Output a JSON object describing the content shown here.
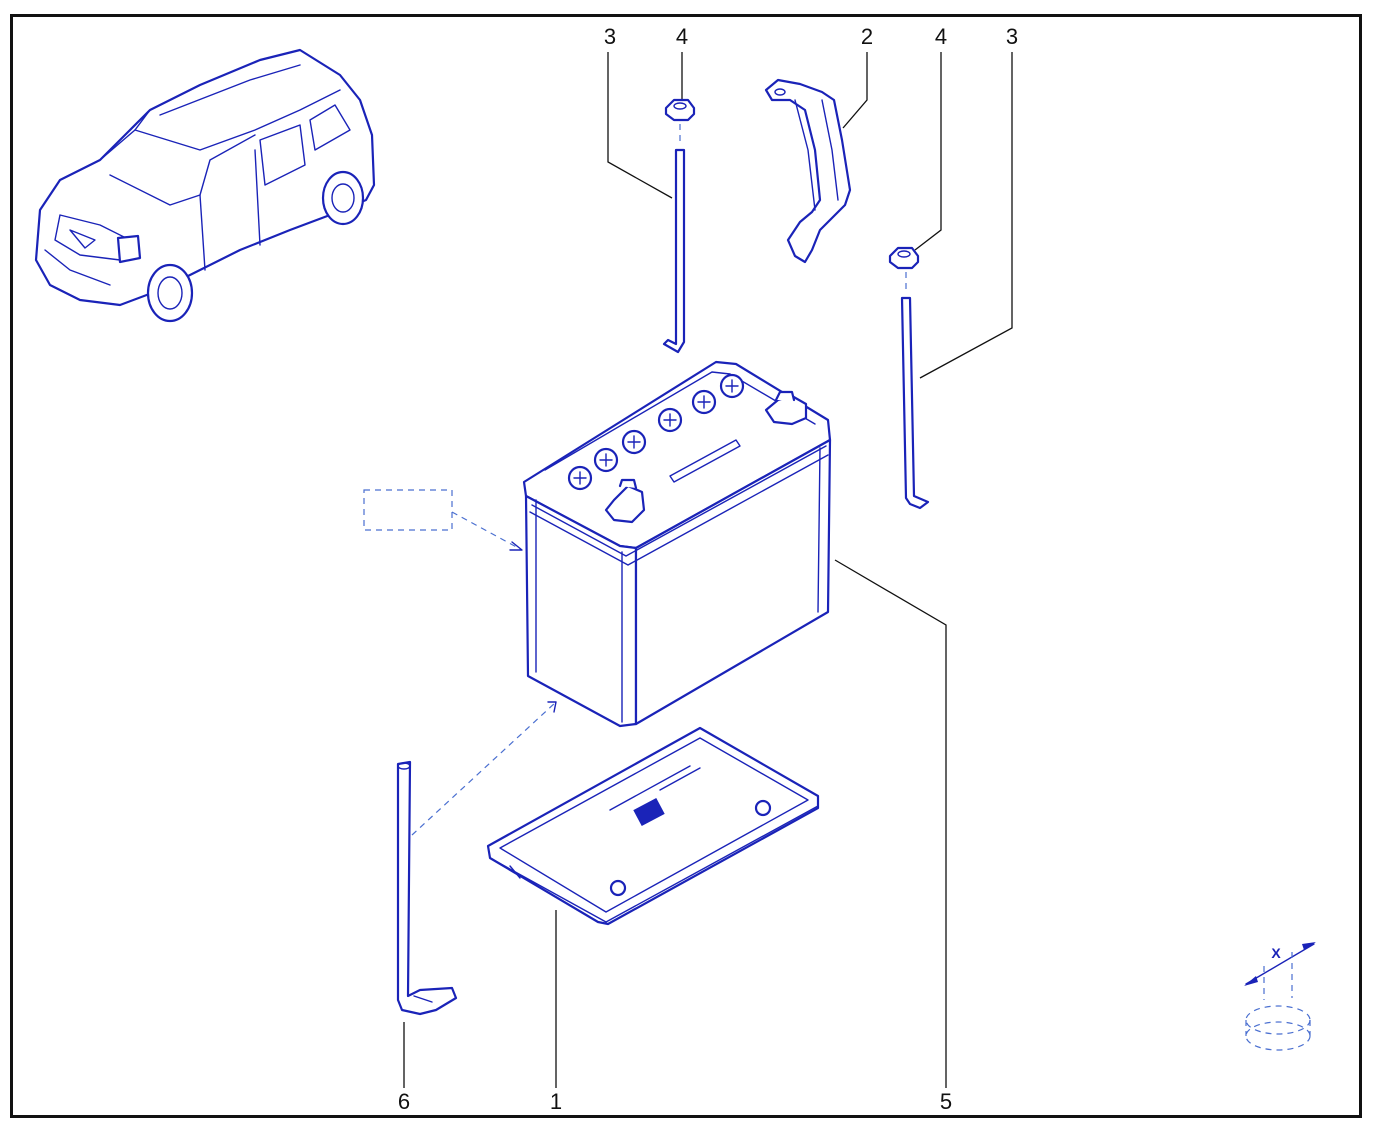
{
  "diagram": {
    "callouts": [
      "1",
      "2",
      "3",
      "4",
      "5",
      "6"
    ],
    "symbol_label": "X"
  },
  "colors": {
    "line": "#1a23b8",
    "leader": "#111111",
    "frame": "#111111"
  }
}
